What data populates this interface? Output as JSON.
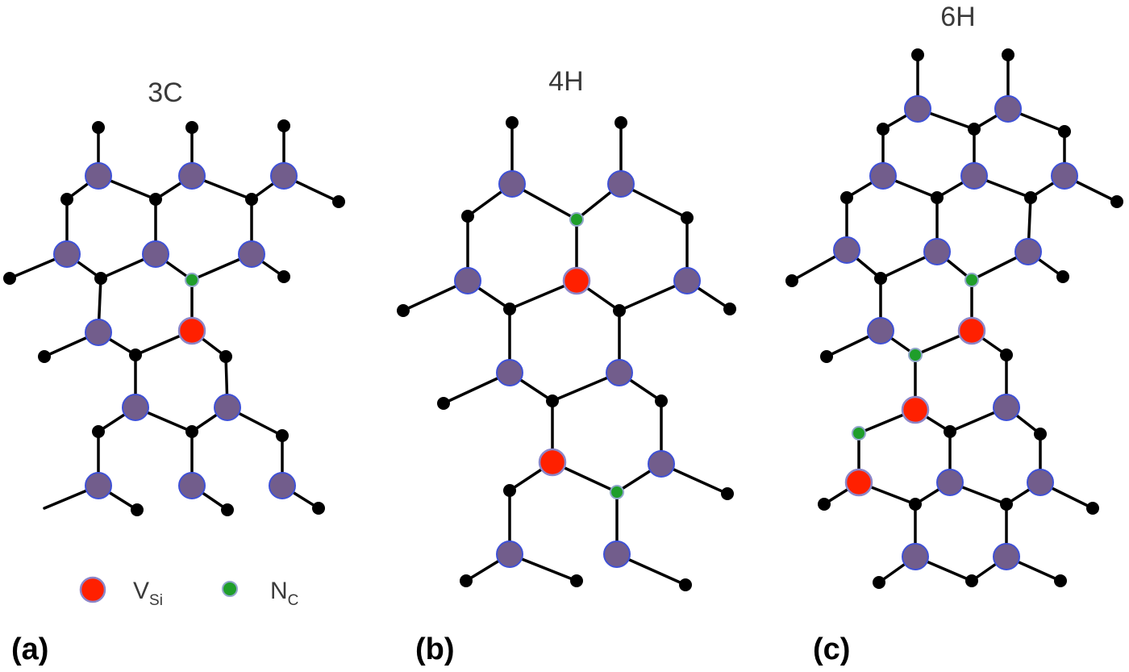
{
  "panels": [
    {
      "id": "a",
      "label": "(a)",
      "polytype": "3C"
    },
    {
      "id": "b",
      "label": "(b)",
      "polytype": "4H"
    },
    {
      "id": "c",
      "label": "(c)",
      "polytype": "6H"
    }
  ],
  "legend": {
    "vacancy": {
      "main": "V",
      "sub": "Si"
    },
    "nitrogen": {
      "main": "N",
      "sub": "C"
    }
  },
  "atom_types": {
    "carbon": "small-black-circle",
    "silicon": "purple-circle",
    "silicon_vacancy": "red-circle",
    "nitrogen_on_carbon": "green-circle"
  },
  "colors": {
    "bond": "#000000",
    "carbon": "#000000",
    "silicon": "#725d8c",
    "silicon_outline": "#3f51d6",
    "vacancy": "#ff2000",
    "nitrogen": "#1f9e2a",
    "label_text": "#3a3a3a"
  }
}
